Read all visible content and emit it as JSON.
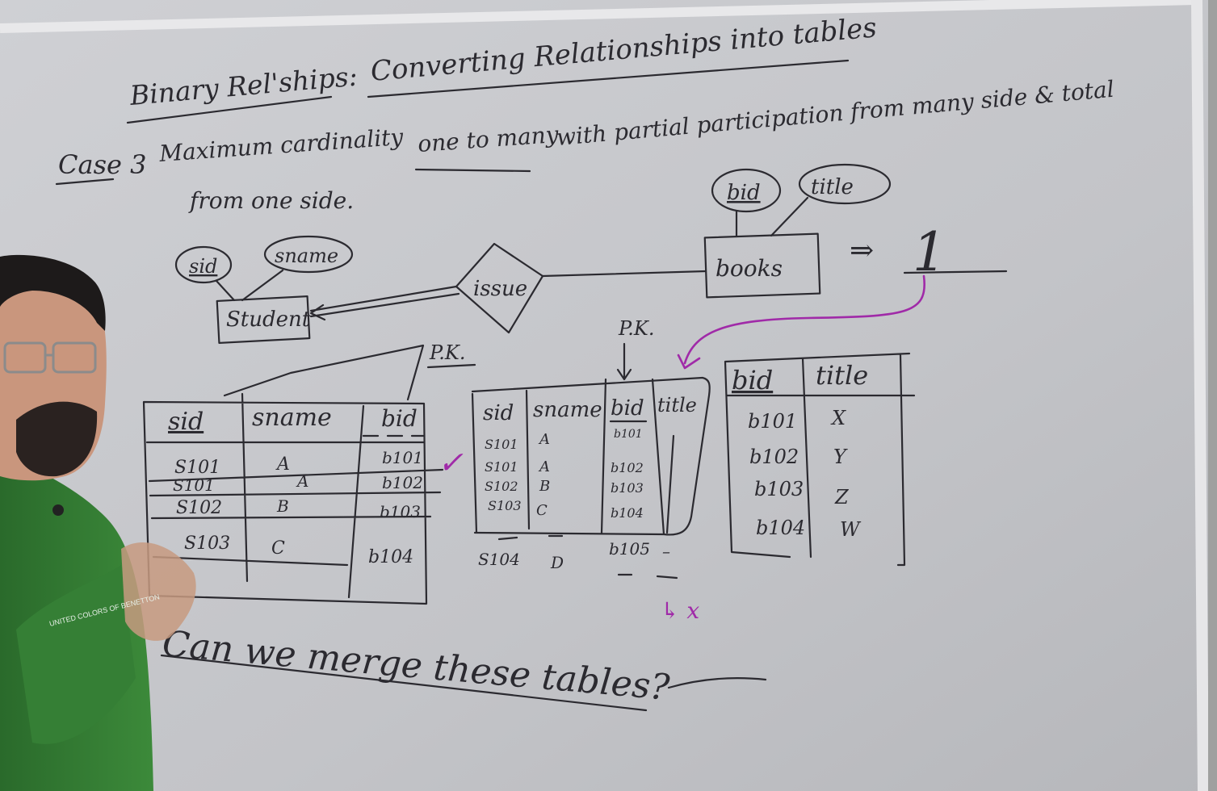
{
  "board": {
    "heading_left": "Binary Rel'ships:",
    "heading_right": "Converting Relationships into tables",
    "case_label": "Case 3",
    "case_text_1": "Maximum cardinality",
    "case_text_2": "one to many",
    "case_text_3": "with partial participation from many side & total",
    "case_text_4": "from one side."
  },
  "er_diagram": {
    "entity_left": "Student",
    "entity_right": "books",
    "relationship": "issue",
    "attr_sid": "sid",
    "attr_sname": "sname",
    "attr_bid": "bid",
    "attr_title": "title",
    "arrow": "⇒",
    "count": "1"
  },
  "pk_labels": {
    "left": "P.K.",
    "middle": "P.K."
  },
  "table_left": {
    "headers": [
      "sid",
      "sname",
      "bid"
    ],
    "rows": [
      [
        "S101",
        "A",
        "b101"
      ],
      [
        "S101",
        "A",
        "b102"
      ],
      [
        "S102",
        "B",
        "b103"
      ],
      [
        "S103",
        "C",
        "b104"
      ]
    ]
  },
  "table_middle": {
    "headers": [
      "sid",
      "sname",
      "bid",
      "title"
    ],
    "rows": [
      [
        "S101",
        "A",
        "b101"
      ],
      [
        "S101",
        "A",
        "b102"
      ],
      [
        "S102",
        "B",
        "b103"
      ],
      [
        "S103",
        "C",
        "b104"
      ]
    ],
    "extra_row": [
      "S104",
      "D",
      "b105",
      "–"
    ],
    "cross_mark": "↳ x"
  },
  "table_right": {
    "headers": [
      "bid",
      "title"
    ],
    "rows": [
      [
        "b101",
        "X"
      ],
      [
        "b102",
        "Y"
      ],
      [
        "b103",
        "Z"
      ],
      [
        "b104",
        "W"
      ]
    ]
  },
  "tick_mark": "✓",
  "question": "Can we merge these tables?",
  "shirt_text": "UNITED COLORS OF BENETTON",
  "colors": {
    "board": "#c4c5c9",
    "ink": "#2b2a30",
    "marker_purple": "#a02aa8",
    "shirt_green": "#2e6e2e"
  }
}
